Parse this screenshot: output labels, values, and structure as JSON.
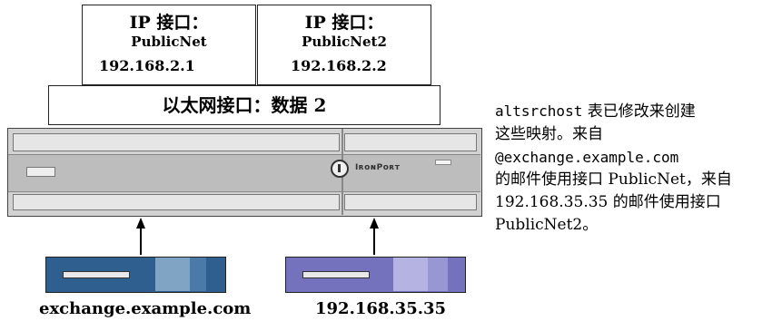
{
  "interfaces": [
    {
      "title": "IP 接口：",
      "name": "PublicNet",
      "address": "192.168.2.1"
    },
    {
      "title": "IP 接口：",
      "name": "PublicNet2",
      "address": "192.168.2.2"
    }
  ],
  "ethernet": {
    "label": "以太网接口：数据 2"
  },
  "appliance": {
    "logo_text": "IronPort",
    "logo_icon": "ironport-logo-icon"
  },
  "sources": [
    {
      "label": "exchange.example.com",
      "color": "#2e5f8e"
    },
    {
      "label": "192.168.35.35",
      "color": "#7472bd"
    }
  ],
  "description": {
    "line1_code": "altsrchost",
    "line1_text": " 表已修改来创建",
    "line2": "这些映射。来自",
    "line3_code": "@exchange.example.com",
    "line4": "的邮件使用接口 PublicNet，来自",
    "line5": "192.168.35.35 的邮件使用接口",
    "line6": "PublicNet2。"
  }
}
